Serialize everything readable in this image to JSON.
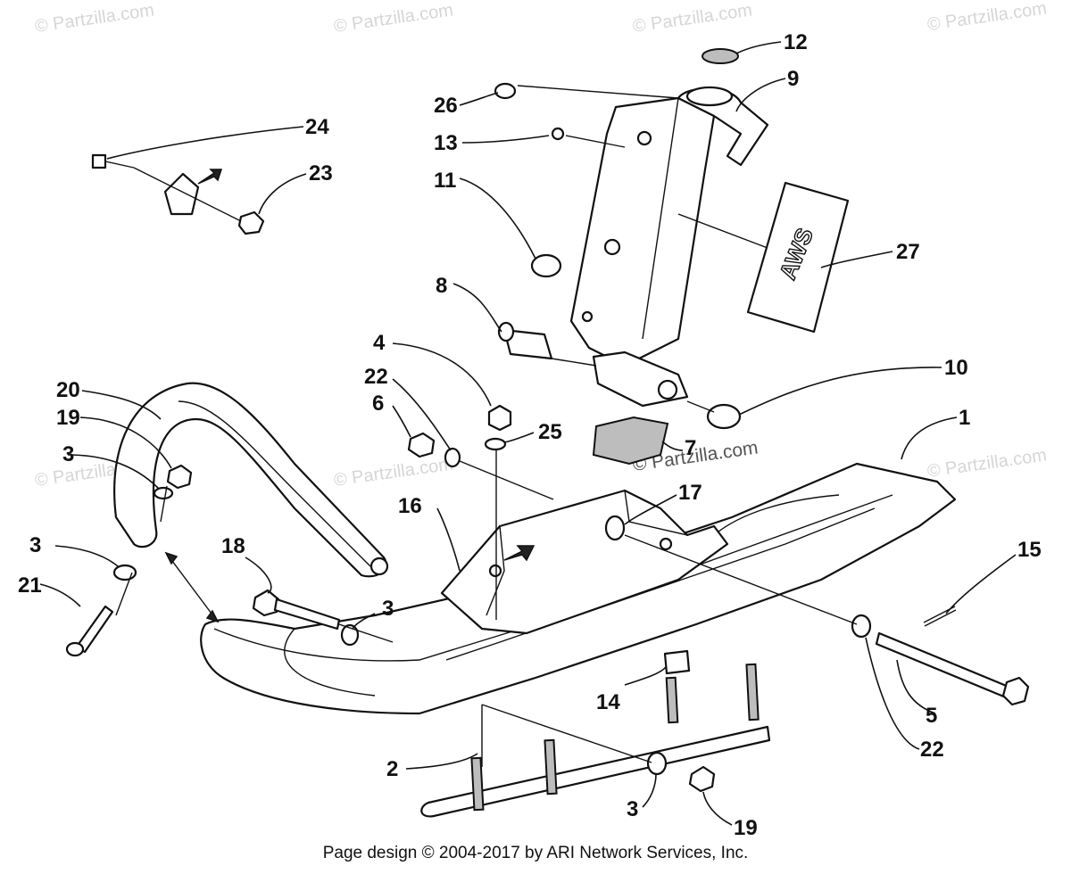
{
  "watermarks": [
    "© Partzilla.com",
    "© Partzilla.com",
    "© Partzilla.com",
    "© Partzilla.com",
    "© Partzilla.com",
    "© Partzilla.com",
    "© Partzilla.com"
  ],
  "center_watermark": "© Partzilla.com",
  "decal_text": "AWS",
  "callouts": [
    "1",
    "2",
    "3",
    "3",
    "3",
    "3",
    "4",
    "5",
    "6",
    "7",
    "8",
    "9",
    "10",
    "11",
    "12",
    "13",
    "14",
    "15",
    "16",
    "17",
    "18",
    "19",
    "19",
    "20",
    "21",
    "22",
    "22",
    "23",
    "24",
    "25",
    "26",
    "27"
  ],
  "footer": "Page design © 2004-2017 by ARI Network Services, Inc."
}
